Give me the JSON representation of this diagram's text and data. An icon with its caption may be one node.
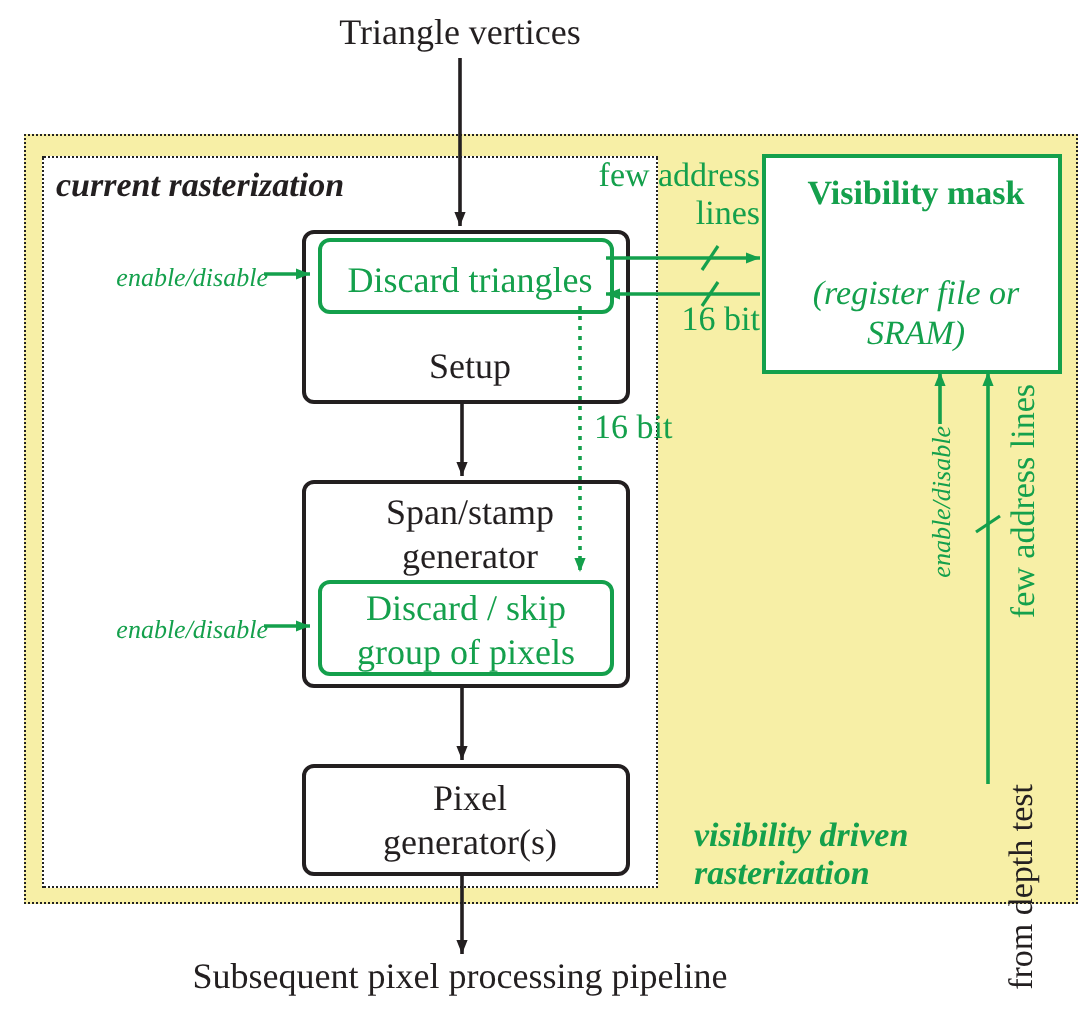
{
  "diagram": {
    "nodes": [
      {
        "text": [
          "visibility driven rasterization"
        ]
      },
      {
        "text": [
          "current rasterization"
        ],
        "in": 0
      },
      {
        "text": [
          "Triangle vertices"
        ]
      },
      {
        "text": [
          "Setup"
        ],
        "in": 1
      },
      {
        "text": [
          "Discard triangles"
        ],
        "in": 3
      },
      {
        "text": [
          "Span/stamp generator"
        ],
        "in": 1
      },
      {
        "text": [
          "Discard / skip group of pixels"
        ],
        "in": 5
      },
      {
        "text": [
          "Pixel generator(s)"
        ],
        "in": 1
      },
      {
        "text": [
          "Subsequent pixel processing pipeline"
        ]
      },
      {
        "text": [
          "Visibility mask",
          "(register file or SRAM)"
        ],
        "in": 0
      },
      {
        "text": [
          "enable/disable"
        ],
        "in": 1
      },
      {
        "text": [
          "enable/disable"
        ],
        "in": 1
      },
      {
        "text": [
          "enable/disable"
        ],
        "in": 0
      },
      {
        "text": [
          "from depth test"
        ]
      }
    ],
    "edges": [
      {
        "from": 2,
        "to": 3,
        "arrow": "to",
        "color": "#231f20"
      },
      {
        "from": 3,
        "to": 5,
        "arrow": "to",
        "color": "#231f20"
      },
      {
        "from": 5,
        "to": 7,
        "arrow": "to",
        "color": "#231f20"
      },
      {
        "from": 7,
        "to": 8,
        "arrow": "to",
        "color": "#231f20"
      },
      {
        "from": 10,
        "to": 4,
        "arrow": "to"
      },
      {
        "from": 11,
        "to": 6,
        "arrow": "to"
      },
      {
        "from": 4,
        "to": 9,
        "arrow": "to",
        "label": "few address lines"
      },
      {
        "from": 9,
        "to": 4,
        "arrow": "to",
        "label": "16 bit"
      },
      {
        "from": 4,
        "to": 6,
        "arrow": "to",
        "label": "16 bit",
        "style": "dashed"
      },
      {
        "from": 12,
        "to": 9,
        "arrow": "to"
      },
      {
        "from": 13,
        "to": 9,
        "arrow": "to",
        "label": "few address lines"
      }
    ]
  }
}
